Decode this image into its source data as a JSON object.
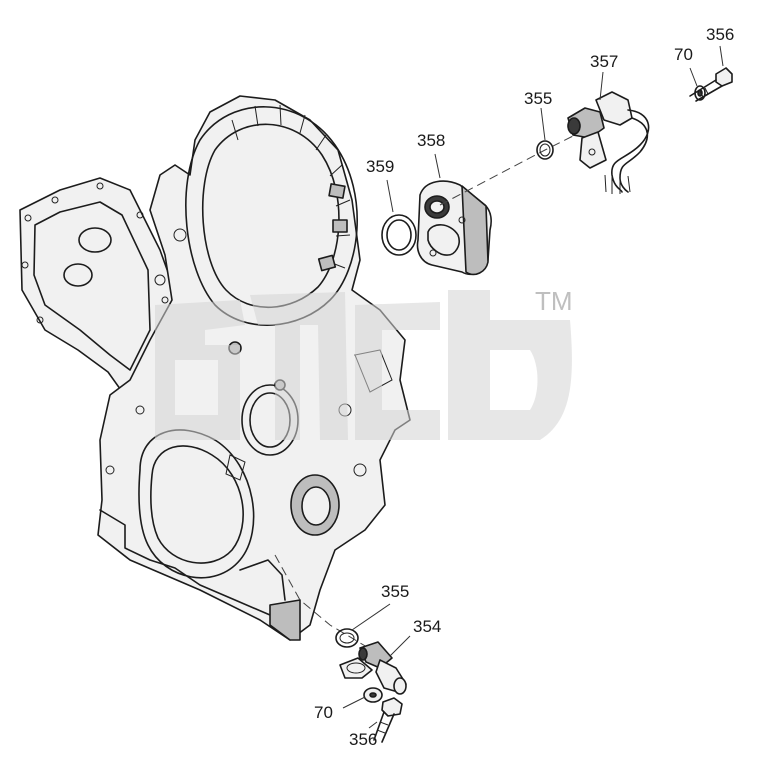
{
  "diagram": {
    "callouts": {
      "c356_top": "356",
      "c70_top": "70",
      "c357": "357",
      "c355_top": "355",
      "c358": "358",
      "c359": "359",
      "c355_bottom": "355",
      "c354": "354",
      "c70_bottom": "70",
      "c356_bottom": "356"
    },
    "watermark": {
      "logo_text": "",
      "trademark": "TM"
    }
  }
}
